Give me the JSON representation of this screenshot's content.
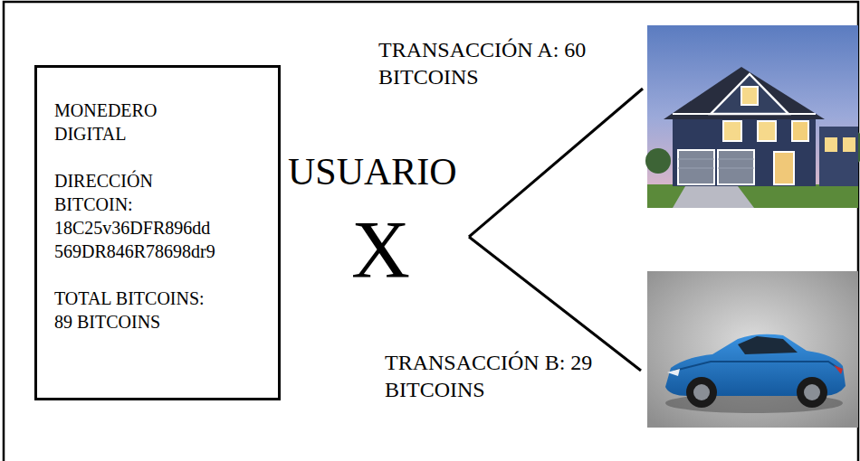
{
  "diagram": {
    "nodes": [
      {
        "text": [
          "MONEDERO DIGITAL",
          "DIRECCIÓN BITCOIN: 18C25v36DFR896dd 569DR846R78698dr9",
          "TOTAL BITCOINS: 89 BITCOINS"
        ]
      }
    ],
    "labels": [
      "TRANSACCIÓN A: 60 BITCOINS",
      "USUARIO",
      "X",
      "TRANSACCIÓN B: 29 BITCOINS"
    ]
  }
}
